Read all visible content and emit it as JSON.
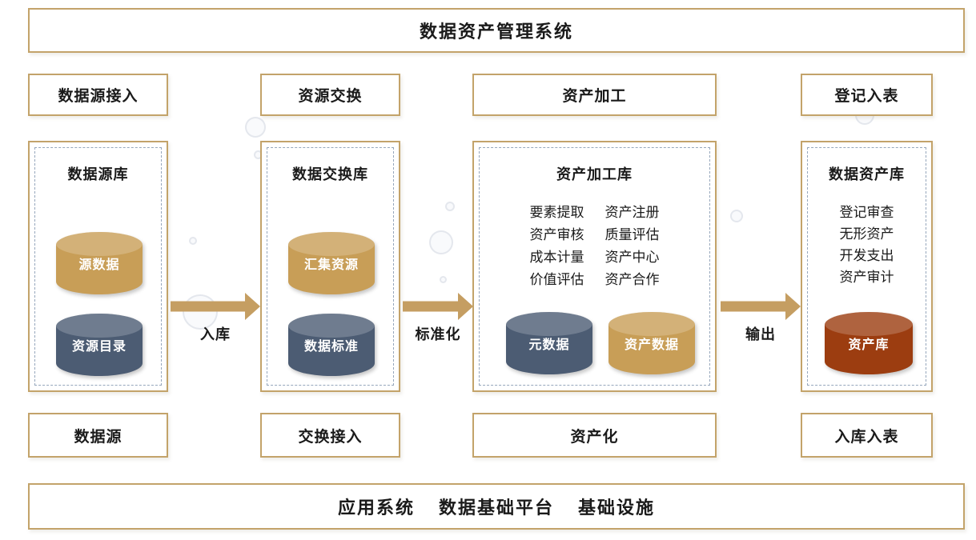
{
  "banners": {
    "top": "数据资产管理系统"
  },
  "footer_bar": {
    "items": [
      "应用系统",
      "数据基础平台",
      "基础设施"
    ]
  },
  "arrows": [
    {
      "label": "入库"
    },
    {
      "label": "标准化"
    },
    {
      "label": "输出"
    }
  ],
  "columns": [
    {
      "header": "数据源接入",
      "footer": "数据源",
      "library": "数据源库",
      "cylinders": [
        {
          "label": "源数据",
          "color": "tan"
        },
        {
          "label": "资源目录",
          "color": "slate"
        }
      ]
    },
    {
      "header": "资源交换",
      "footer": "交换接入",
      "library": "数据交换库",
      "cylinders": [
        {
          "label": "汇集资源",
          "color": "tan"
        },
        {
          "label": "数据标准",
          "color": "slate"
        }
      ]
    },
    {
      "header": "资产加工",
      "footer": "资产化",
      "library": "资产加工库",
      "functions_left": [
        "要素提取",
        "资产审核",
        "成本计量",
        "价值评估"
      ],
      "functions_right": [
        "资产注册",
        "质量评估",
        "资产中心",
        "资产合作"
      ],
      "cylinders": [
        {
          "label": "元数据",
          "color": "slate"
        },
        {
          "label": "资产数据",
          "color": "tan"
        }
      ]
    },
    {
      "header": "登记入表",
      "footer": "入库入表",
      "library": "数据资产库",
      "functions": [
        "登记审查",
        "无形资产",
        "开发支出",
        "资产审计"
      ],
      "cylinders": [
        {
          "label": "资产库",
          "color": "rust"
        }
      ]
    }
  ],
  "colors": {
    "gold_border": "#C3A36A",
    "arrow": "#C59E62",
    "tan_cylinder": "#C89E57",
    "slate_cylinder": "#4C5C73",
    "rust_cylinder": "#9C3D10",
    "dashed_border": "#96A7BC"
  }
}
